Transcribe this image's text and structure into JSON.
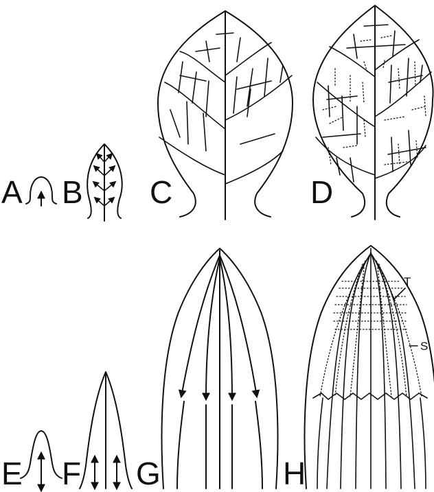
{
  "figure": {
    "panels": [
      {
        "label": "A"
      },
      {
        "label": "B"
      },
      {
        "label": "C"
      },
      {
        "label": "D"
      },
      {
        "label": "E"
      },
      {
        "label": "F"
      },
      {
        "label": "G"
      },
      {
        "label": "H"
      }
    ],
    "annotations": {
      "t": "T",
      "s": "S"
    }
  }
}
